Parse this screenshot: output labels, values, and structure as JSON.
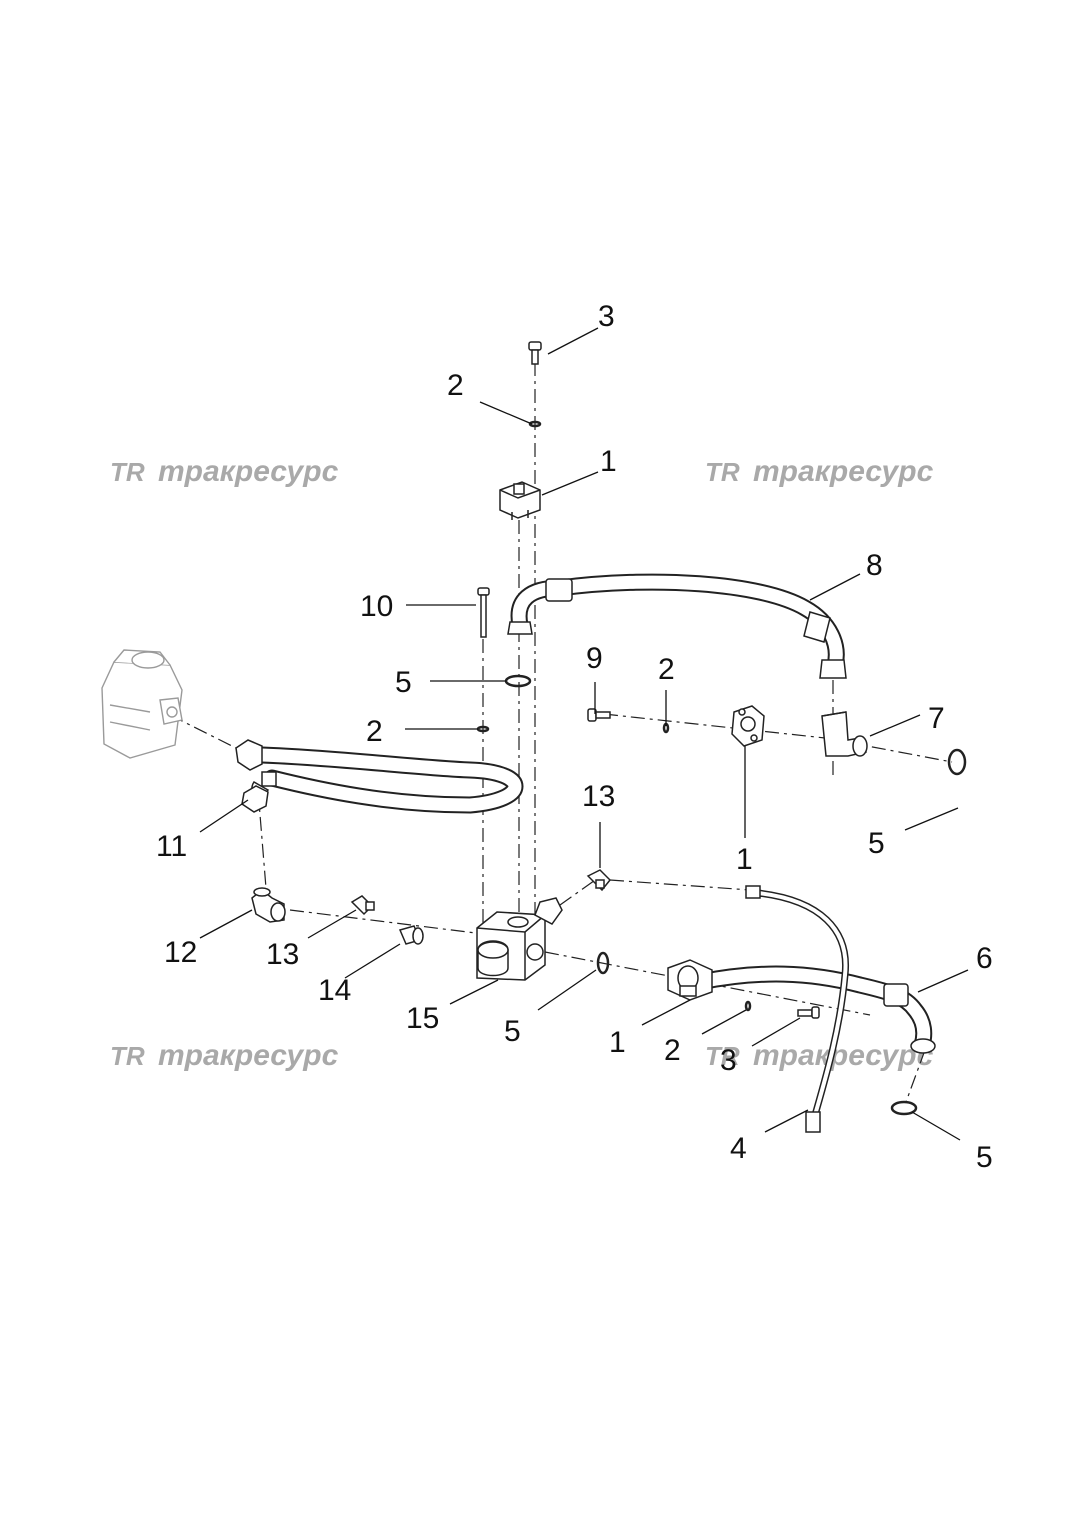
{
  "watermark": {
    "logo": "TR",
    "text": "тракресурс"
  },
  "callouts": [
    {
      "id": "c3a",
      "label": "3"
    },
    {
      "id": "c2a",
      "label": "2"
    },
    {
      "id": "c1a",
      "label": "1"
    },
    {
      "id": "c8",
      "label": "8"
    },
    {
      "id": "c10",
      "label": "10"
    },
    {
      "id": "c5a",
      "label": "5"
    },
    {
      "id": "c9",
      "label": "9"
    },
    {
      "id": "c2b",
      "label": "2"
    },
    {
      "id": "c7",
      "label": "7"
    },
    {
      "id": "c2c",
      "label": "2"
    },
    {
      "id": "c5b",
      "label": "5"
    },
    {
      "id": "c1b",
      "label": "1"
    },
    {
      "id": "c13a",
      "label": "13"
    },
    {
      "id": "c11",
      "label": "11"
    },
    {
      "id": "c6",
      "label": "6"
    },
    {
      "id": "c12",
      "label": "12"
    },
    {
      "id": "c13b",
      "label": "13"
    },
    {
      "id": "c14",
      "label": "14"
    },
    {
      "id": "c15",
      "label": "15"
    },
    {
      "id": "c5c",
      "label": "5"
    },
    {
      "id": "c1c",
      "label": "1"
    },
    {
      "id": "c2d",
      "label": "2"
    },
    {
      "id": "c3b",
      "label": "3"
    },
    {
      "id": "c4",
      "label": "4"
    },
    {
      "id": "c5d",
      "label": "5"
    }
  ]
}
